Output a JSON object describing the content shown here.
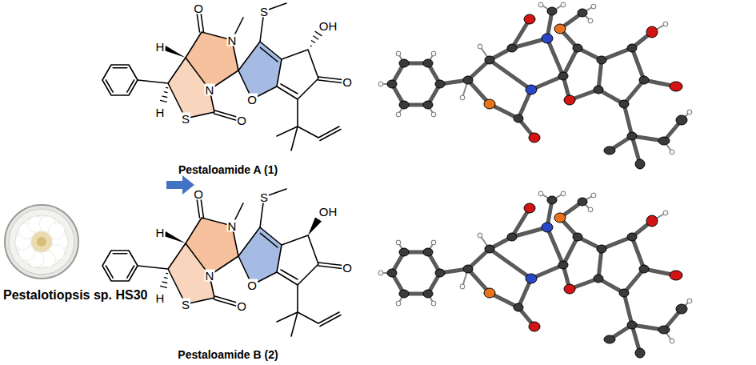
{
  "diagram": {
    "nodes": [
      {
        "text": [
          "Pestalotiopsis sp. HS30"
        ]
      }
    ],
    "labels": [
      "O",
      "N",
      "S",
      "OH",
      "H",
      "N",
      "O",
      "O",
      "H",
      "S",
      "O",
      "Pestaloamide A (1)",
      "O",
      "N",
      "S",
      "OH",
      "H",
      "N",
      "O",
      "O",
      "H",
      "S",
      "O",
      "Pestaloamide B (2)"
    ]
  }
}
